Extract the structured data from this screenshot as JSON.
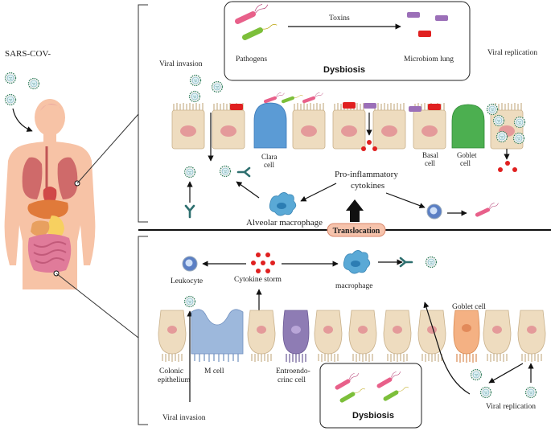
{
  "labels": {
    "sars_cov": "SARS-COV-",
    "viral_invasion_top": "Viral invasion",
    "viral_replication_top": "Viral replication",
    "toxins": "Toxins",
    "pathogens": "Pathogens",
    "microbiom_lung": "Microbiom lung",
    "dysbiosis_top": "Dysbiosis",
    "clara_cell_1": "Clara",
    "clara_cell_2": "cell",
    "basal_cell_1": "Basal",
    "basal_cell_2": "cell",
    "goblet_cell_top_1": "Goblet",
    "goblet_cell_top_2": "cell",
    "pro_inflammatory": "Pro-inflammatory",
    "cytokines": "cytokines",
    "alveolar_macrophage": "Alveolar macrophage",
    "translocation": "Translocation",
    "leukocyte": "Leukocyte",
    "cytokine_storm": "Cytokine storm",
    "macrophage": "macrophage",
    "goblet_cell_bottom": "Goblet cell",
    "colonic_1": "Colonic",
    "colonic_2": "epithelium",
    "m_cell": "M cell",
    "entero_1": "Entroendo-",
    "entero_2": "crinc cell",
    "dysbiosis_bottom": "Dysbiosis",
    "viral_invasion_bottom": "Viral invasion",
    "viral_replication_bottom": "Viral replication"
  },
  "colors": {
    "cell_fill": "#eedcbf",
    "nucleus": "#e49a9a",
    "clara": "#5b9bd5",
    "goblet_green": "#4caf50",
    "goblet_orange": "#f4b183",
    "m_cell": "#9db8dc",
    "entero": "#8e7cb4",
    "macrophage": "#5aa9d6",
    "red": "#e02020",
    "purple": "#9b6fb8",
    "translocation_fill": "#f6c3ac",
    "body_skin": "#f7c3a6"
  },
  "icons": [
    "virus-icon",
    "bacteria-icon",
    "antibody-icon",
    "macrophage-icon",
    "leukocyte-icon",
    "human-body-icon"
  ]
}
